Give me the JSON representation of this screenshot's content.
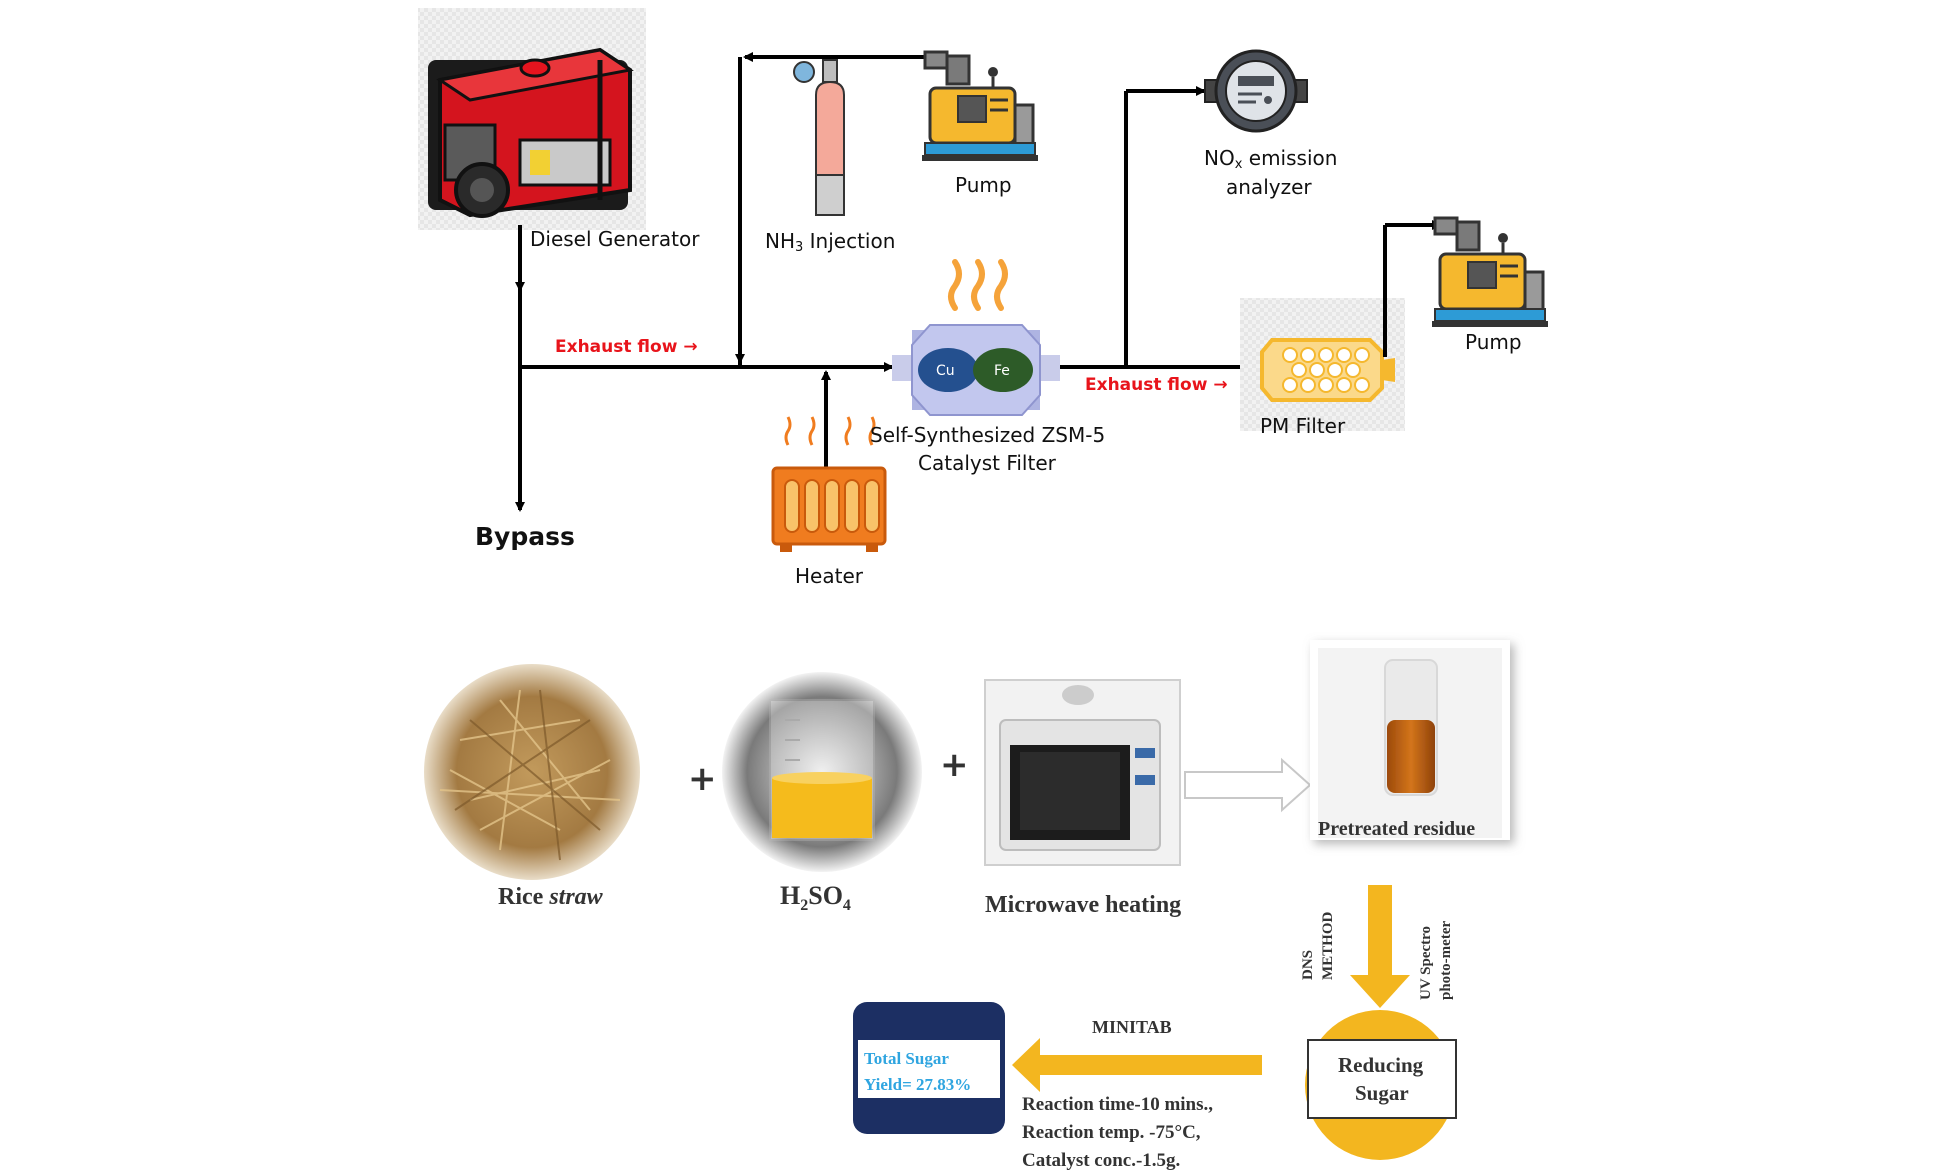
{
  "top_diagram": {
    "diesel_generator_label": "Diesel Generator",
    "nh3_injection_label_a": "NH",
    "nh3_injection_sub": "3",
    "nh3_injection_label_b": " Injection",
    "pump_top_label": "Pump",
    "nox_label_a": "NO",
    "nox_sub": "x",
    "nox_label_b": " emission",
    "nox_label_line2": "analyzer",
    "pump_right_label": "Pump",
    "exhaust_flow_1": "Exhaust flow →",
    "exhaust_flow_2": "Exhaust flow →",
    "catalyst_cu": "Cu",
    "catalyst_fe": "Fe",
    "catalyst_label_line1": "Self-Synthesized ZSM-5",
    "catalyst_label_line2": "Catalyst Filter",
    "pm_filter_label": "PM Filter",
    "heater_label": "Heater",
    "bypass_label": "Bypass"
  },
  "bottom_diagram": {
    "rice_straw_label_a": "Rice ",
    "rice_straw_label_b": "straw",
    "h2so4_label_a": "H",
    "h2so4_sub1": "2",
    "h2so4_label_b": "SO",
    "h2so4_sub2": "4",
    "plus_1": "+",
    "plus_2": "+",
    "microwave_label": "Microwave heating",
    "pretreated_label": "Pretreated residue",
    "dns_label_line1": "DNS",
    "dns_label_line2": "METHOD",
    "uv_label_line1": "UV Spectro",
    "uv_label_line2": "photo-meter",
    "reducing_sugar_line1": "Reducing",
    "reducing_sugar_line2": "Sugar",
    "minitab_label": "MINITAB",
    "total_sugar_line1": "Total Sugar",
    "total_sugar_line2": "Yield= 27.83%",
    "conditions": [
      "Reaction time-10 mins.,",
      "Reaction temp. -75°C,",
      "Catalyst conc.-1.5g."
    ]
  },
  "colors": {
    "line": "#000000",
    "exhaust_text": "#e8141b",
    "generator_red": "#d4141e",
    "pump_yellow": "#f5b82e",
    "water_blue": "#2d9bd6",
    "catalyst_blue": "#24508f",
    "catalyst_green": "#2d5b28",
    "heater_orange": "#f07c1f",
    "sugar_yellow": "#f3b61f",
    "total_sugar_navy": "#1c2f63",
    "total_sugar_text": "#2fa5e0"
  }
}
